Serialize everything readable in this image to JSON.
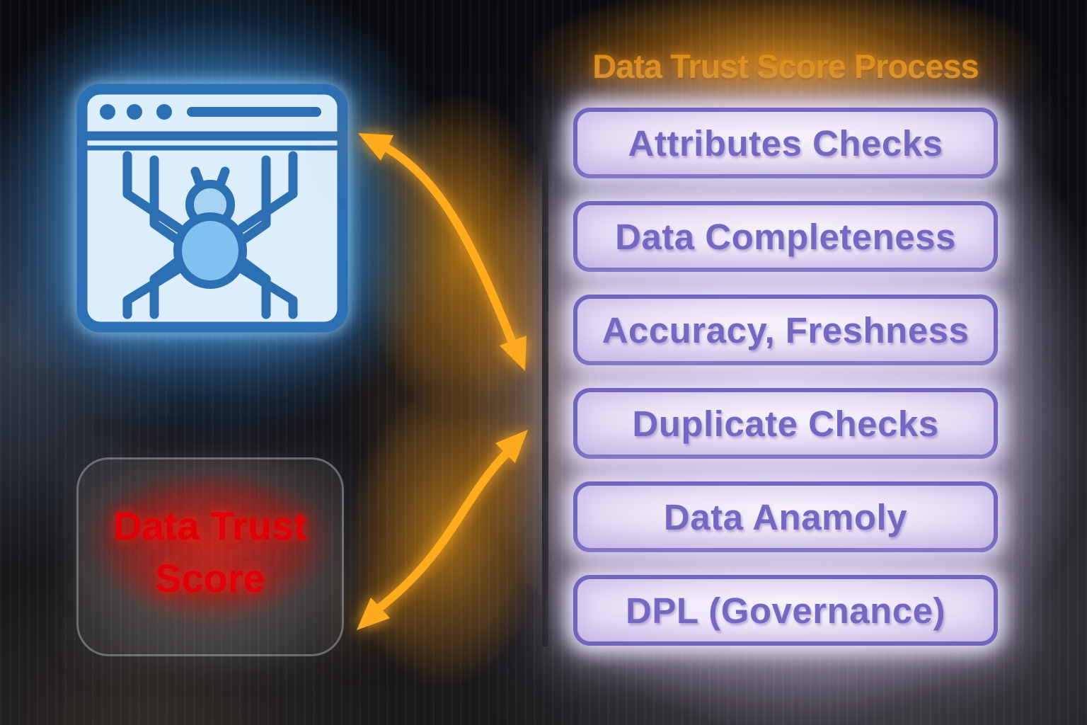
{
  "diagram": {
    "title": "Data Trust Score Process",
    "score_box": {
      "label": "Data Trust Score"
    },
    "steps": [
      {
        "label": "Attributes Checks"
      },
      {
        "label": "Data Completeness"
      },
      {
        "label": "Accuracy, Freshness"
      },
      {
        "label": "Duplicate Checks"
      },
      {
        "label": "Data Anamoly"
      },
      {
        "label": "DPL (Governance)"
      }
    ],
    "icons": {
      "crawler": "browser-window-spider-crawler-icon",
      "connector_top": "double-headed-curved-arrow",
      "connector_bottom": "double-headed-curved-arrow"
    }
  },
  "colors": {
    "icon_stroke_blue": "#2C6FB2",
    "icon_fill_light": "#DCEDFB",
    "spider_head_fill": "#A6D2F4",
    "spider_body_fill": "#7FC3F0",
    "arrow_orange": "#FFAB1E",
    "title_orange": "#DD8C14",
    "step_border_purple": "#7165BD",
    "step_text_purple": "#7667C1",
    "step_fill_lavender": "#EFE9F9",
    "score_red": "#DE0007",
    "divider_black": "#141414"
  }
}
